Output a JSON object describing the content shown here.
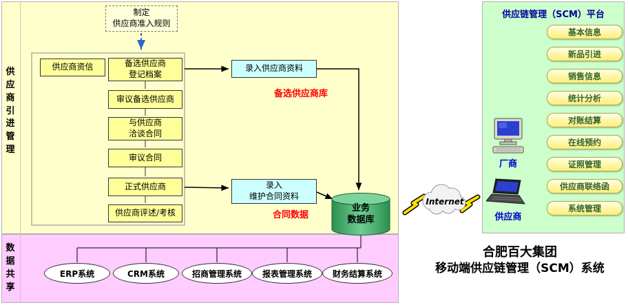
{
  "panels": {
    "supplier_management": {
      "label": "供应商引进管理"
    },
    "data_sharing": {
      "label": "数据共享"
    },
    "platform": {
      "title": "供应链管理（SCM）平台",
      "buttons": [
        "基本信息",
        "新品引进",
        "销售信息",
        "统计分析",
        "对账结算",
        "在线预约",
        "证照管理",
        "供应商联络函",
        "系统管理"
      ],
      "vendor_label": "厂商",
      "supplier_label": "供应商"
    }
  },
  "flow": {
    "rule_box": "制定\n供应商准入规则",
    "credit_box": "供应商资信",
    "steps": [
      "备选供应商\n登记档案",
      "审议备选供应商",
      "与供应商\n洽谈合同",
      "审议合同",
      "正式供应商",
      "供应商评述/考核"
    ],
    "entry_supplier_box": "录入供应商资料",
    "entry_contract_box": "录入\n维护合同资料",
    "supplier_db_label": "备选供应商库",
    "contract_data_label": "合同数据",
    "database_label": "业务\n数据库"
  },
  "systems": [
    "ERP系统",
    "CRM系统",
    "招商管理系统",
    "报表管理系统",
    "财务结算系统"
  ],
  "internet_label": "Internet",
  "footer": {
    "line1": "合肥百大集团",
    "line2": "移动端供应链管理（SCM）系统"
  },
  "colors": {
    "panel_yellow": "#FFFFCC",
    "panel_pink": "#FFCCFF",
    "panel_green": "#CCFFCC",
    "box_yellow": "#FFFF99",
    "box_cyan": "#CCFFFF",
    "red_label": "#FF0000",
    "database_green": "#2A8F4E",
    "title_navy": "#000099"
  }
}
